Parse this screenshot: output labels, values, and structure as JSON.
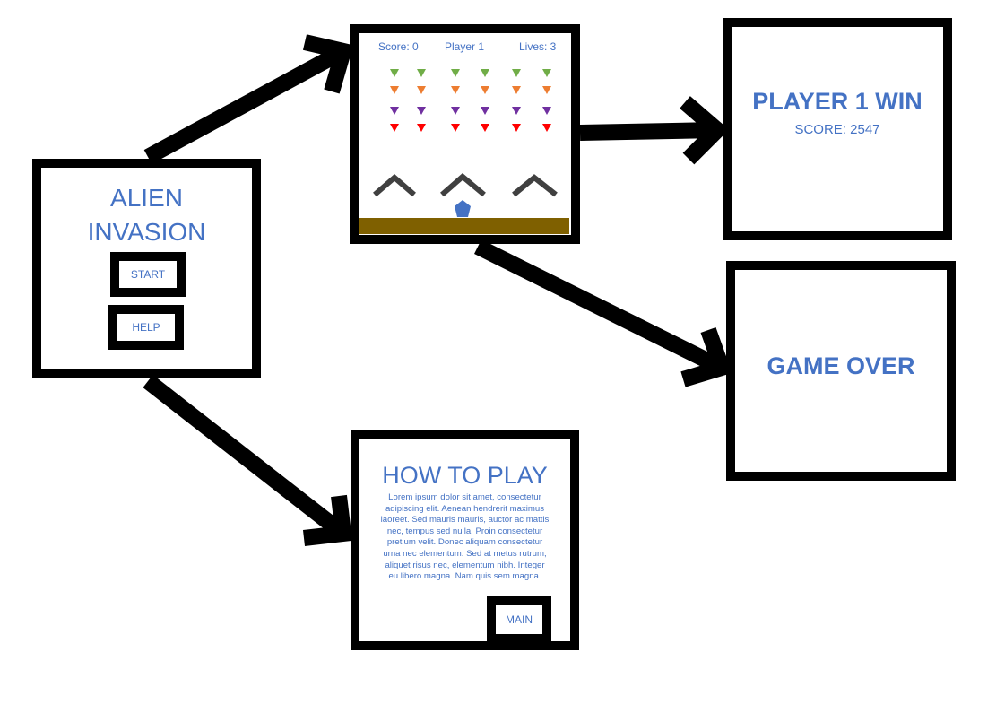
{
  "menu": {
    "title_line1": "ALIEN",
    "title_line2": "INVASION",
    "start_label": "START",
    "help_label": "HELP"
  },
  "game": {
    "score_label": "Score: 0",
    "player_label": "Player 1",
    "lives_label": "Lives: 3",
    "alien_rows": [
      "#70ad47",
      "#ed7d31",
      "#7030a0",
      "#ff0000"
    ],
    "aliens_per_row": 6,
    "player_color": "#4472c4",
    "ground_color": "#7f6000",
    "shield_color": "#404040"
  },
  "win": {
    "title": "PLAYER 1 WIN",
    "score": "SCORE: 2547"
  },
  "gameover": {
    "title": "GAME OVER"
  },
  "help": {
    "title": "HOW TO PLAY",
    "body": "Lorem ipsum dolor sit amet, consectetur adipiscing elit. Aenean hendrerit maximus laoreet. Sed mauris mauris, auctor ac mattis nec, tempus sed nulla. Proin consectetur pretium velit. Donec aliquam consectetur urna nec elementum. Sed at metus rutrum, aliquet risus nec, elementum nibh. Integer eu libero magna. Nam quis sem magna.",
    "main_label": "MAIN"
  },
  "colors": {
    "text_accent": "#4472c4",
    "frame": "#000000"
  }
}
